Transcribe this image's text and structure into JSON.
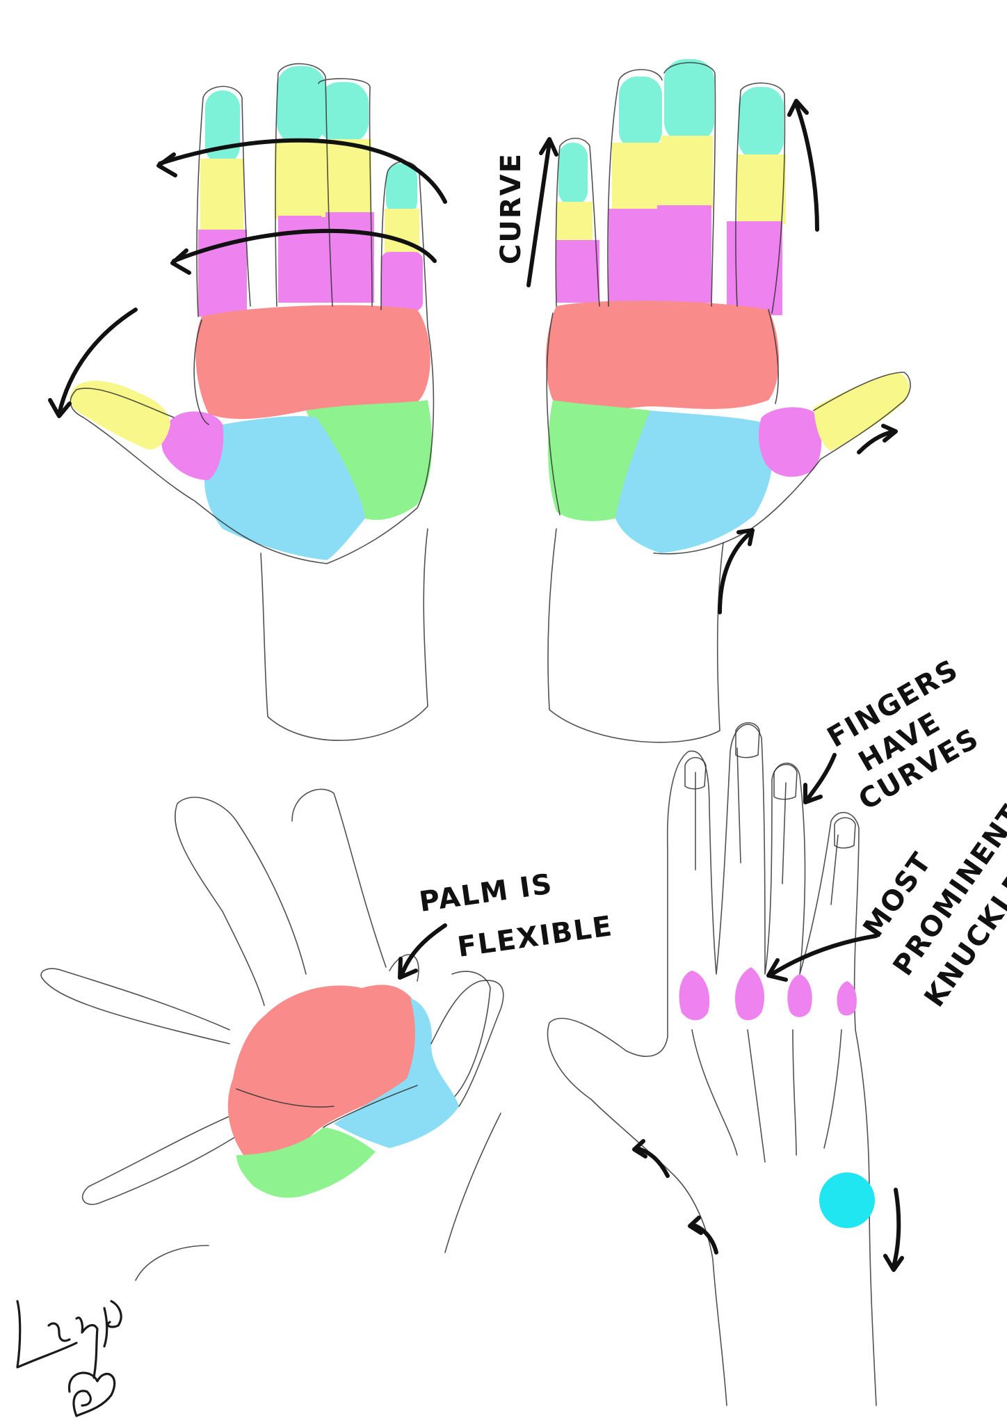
{
  "annotations": {
    "curve": "CURVE",
    "palm_flexible_line1": "PALM IS",
    "palm_flexible_line2": "FLEXIBLE",
    "fingers_curves_line1": "FINGERS",
    "fingers_curves_line2": "HAVE",
    "fingers_curves_line3": "CURVES",
    "knuckle_line1": "MOST",
    "knuckle_line2": "PROMINENT",
    "knuckle_line3": "KNUCKLE"
  },
  "colors": {
    "fingertip": "#7EF2D8",
    "middle_phalanx": "#F7F78A",
    "proximal_phalanx": "#EE82EE",
    "palm_top": "#F98C8A",
    "thenar": "#8BDDF5",
    "hypothenar": "#8EF28E",
    "wrist_bone": "#1FE6F0",
    "knuckle": "#EE82EE"
  },
  "signature": "Lily Red"
}
